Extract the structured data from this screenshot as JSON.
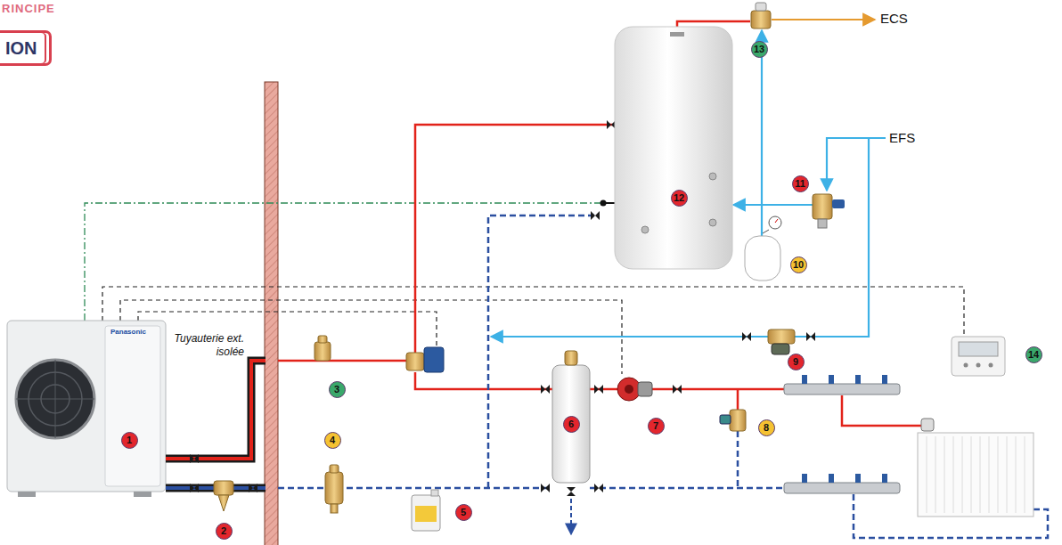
{
  "diagram": {
    "title": "RINCIPE",
    "nodes": [
      {
        "text": [
          "ION"
        ]
      }
    ],
    "labels": [
      "ECS",
      "EFS",
      "Tuyauterie ext. isolée",
      "Panasonic",
      "1",
      "2",
      "3",
      "4",
      "5",
      "6",
      "7",
      "8",
      "9",
      "10",
      "11",
      "12",
      "13",
      "14"
    ]
  }
}
